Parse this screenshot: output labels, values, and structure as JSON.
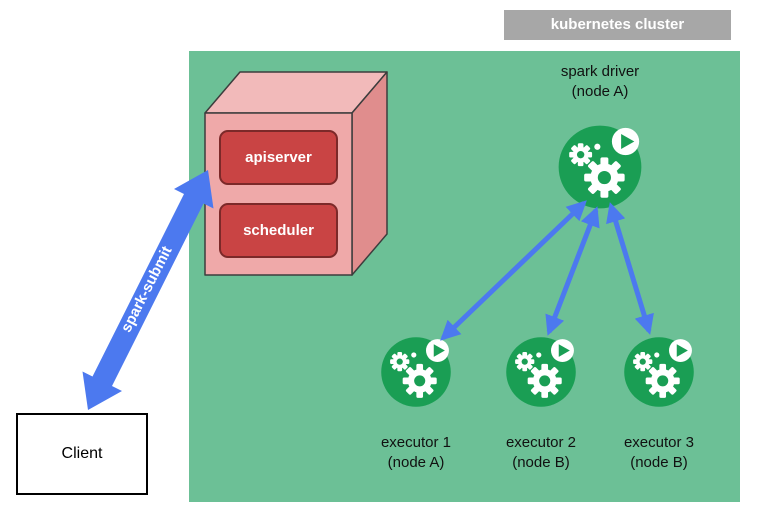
{
  "cluster": {
    "title": "kubernetes cluster",
    "bg_color": "#6cc096",
    "title_bg_color": "#a7a7a7"
  },
  "control_plane": {
    "components": [
      {
        "label": "apiserver"
      },
      {
        "label": "scheduler"
      }
    ],
    "component_color": "#c94444",
    "cube_front_color": "#efa9a9",
    "cube_top_color": "#f2baba",
    "cube_side_color": "#e08d8d"
  },
  "driver": {
    "name": "spark driver",
    "node": "(node A)",
    "icon": "spark-pod-icon"
  },
  "executors": [
    {
      "name": "executor 1",
      "node": "(node A)",
      "icon": "spark-pod-icon"
    },
    {
      "name": "executor 2",
      "node": "(node B)",
      "icon": "spark-pod-icon"
    },
    {
      "name": "executor 3",
      "node": "(node B)",
      "icon": "spark-pod-icon"
    }
  ],
  "client": {
    "label": "Client"
  },
  "spark_submit": {
    "label": "spark-submit",
    "arrow_color": "#4c79ef"
  },
  "icon_color": "#1a9e54"
}
